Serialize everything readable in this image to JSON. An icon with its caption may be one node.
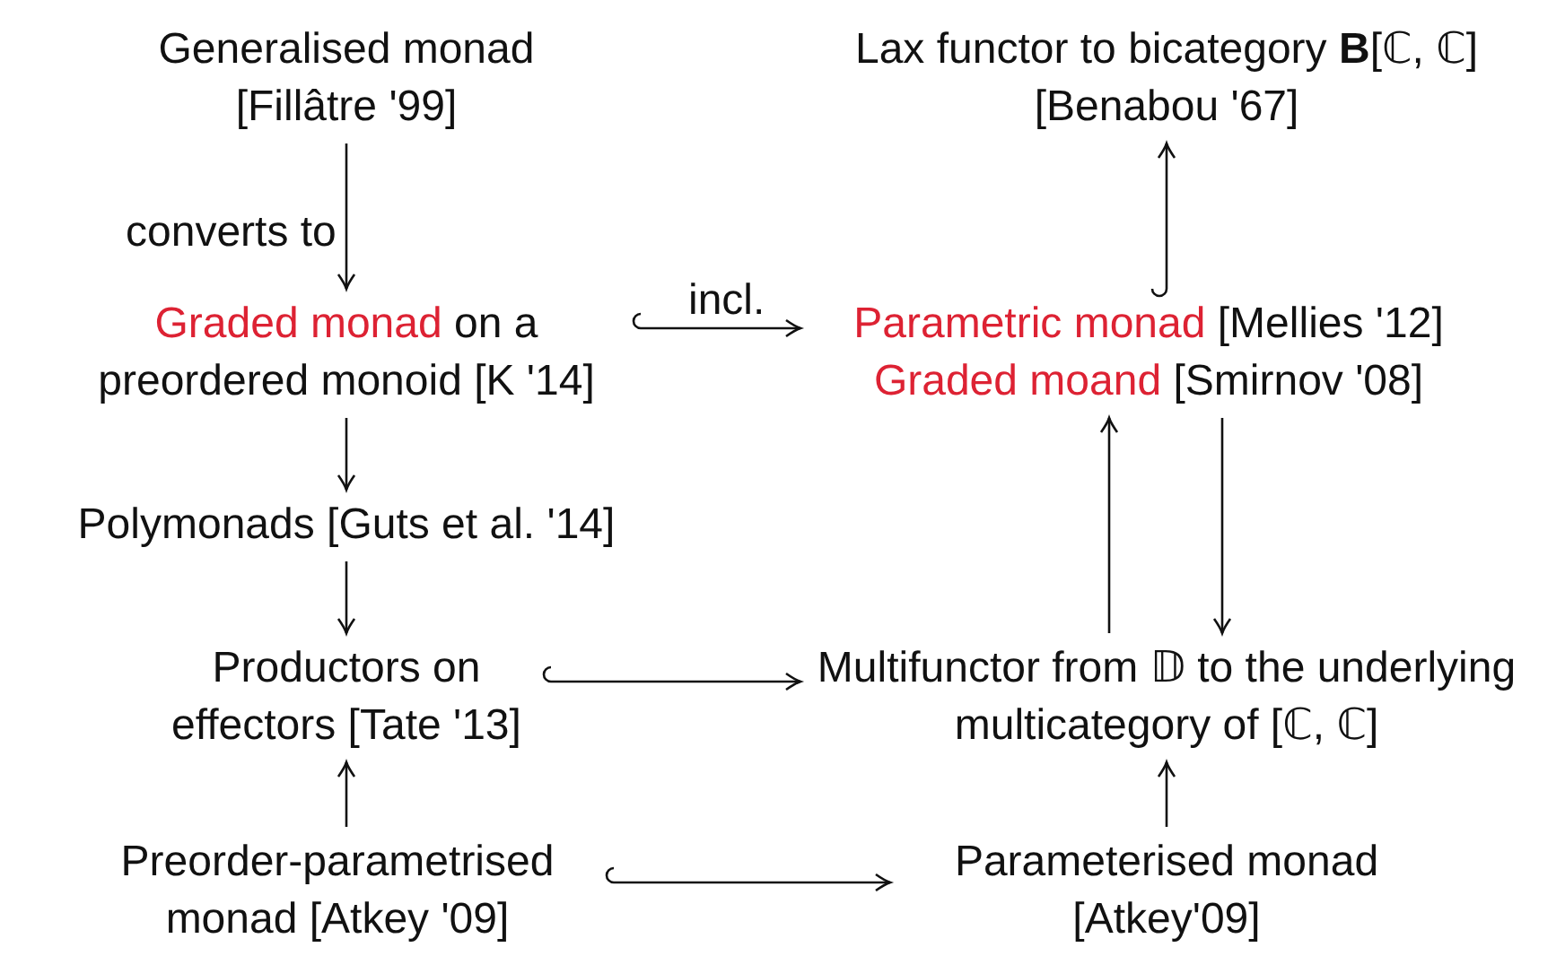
{
  "diagram": {
    "nodes": [
      {
        "text": [
          "Generalised monad [Fillâtre '99]"
        ]
      },
      {
        "text": [
          "Lax functor to bicategory **B**[ℂ, ℂ] [Benabou '67]"
        ]
      },
      {
        "text": [
          "Graded monad",
          "on a preordered monoid [K '14]"
        ]
      },
      {
        "text": [
          "Parametric monad",
          "[Mellies '12]",
          "Graded moand",
          "[Smirnov '08]"
        ]
      },
      {
        "text": [
          "Polymonads [Guts et al. '14]"
        ]
      },
      {
        "text": [
          "Productors on effectors [Tate '13]"
        ]
      },
      {
        "text": [
          "Multifunctor from 𝔻 to the underlying multicategory of [ℂ, ℂ]"
        ]
      },
      {
        "text": [
          "Preorder-parametrised monad [Atkey '09]"
        ]
      },
      {
        "text": [
          "Parameterised monad [Atkey'09]"
        ]
      }
    ],
    "edges": [
      {
        "from": 0,
        "to": 2,
        "arrow": "to",
        "label": "converts to"
      },
      {
        "from": 2,
        "to": 3,
        "arrow": "to",
        "label": "incl."
      },
      {
        "from": 3,
        "to": 1,
        "arrow": "to"
      },
      {
        "from": 2,
        "to": 4,
        "arrow": "to"
      },
      {
        "from": 4,
        "to": 5,
        "arrow": "to"
      },
      {
        "from": 5,
        "to": 6,
        "arrow": "to"
      },
      {
        "from": 6,
        "to": 3,
        "arrow": "to"
      },
      {
        "from": 3,
        "to": 6,
        "arrow": "to"
      },
      {
        "from": 7,
        "to": 5,
        "arrow": "to"
      },
      {
        "from": 7,
        "to": 8,
        "arrow": "to"
      },
      {
        "from": 8,
        "to": 6,
        "arrow": "to"
      }
    ]
  }
}
